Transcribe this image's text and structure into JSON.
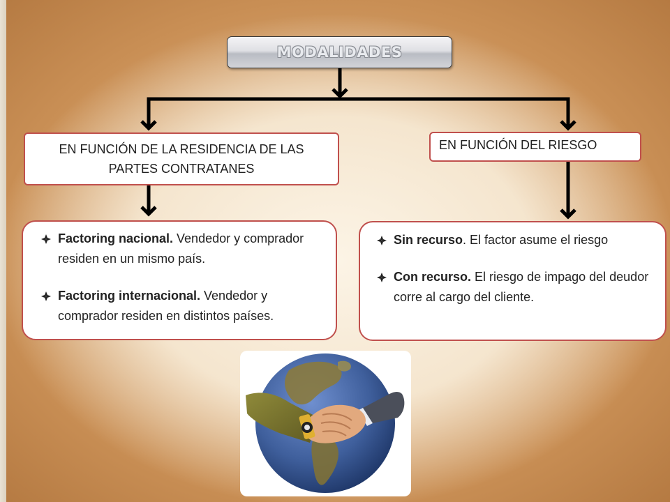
{
  "title": "MODALIDADES",
  "branches": {
    "residence": {
      "label": "EN FUNCIÓN DE LA RESIDENCIA DE LAS PARTES CONTRATANES",
      "items": [
        {
          "term": "Factoring nacional.",
          "desc": " Vendedor y comprador residen en un mismo país."
        },
        {
          "term": "Factoring internacional.",
          "desc": " Vendedor y comprador residen en distintos países."
        }
      ]
    },
    "risk": {
      "label": "EN FUNCIÓN DEL RIESGO",
      "items": [
        {
          "term": "Sin recurso",
          "desc": ". El factor asume el riesgo"
        },
        {
          "term": "Con recurso.",
          "desc": " El riesgo de impago del deudor corre al cargo del cliente."
        }
      ]
    }
  },
  "colors": {
    "box_border": "#c0504d",
    "connector": "#000000",
    "globe_ocean": "#3f5f9c",
    "globe_land": "#8a7a3e"
  },
  "image": {
    "icon": "globe-handshake-icon"
  }
}
